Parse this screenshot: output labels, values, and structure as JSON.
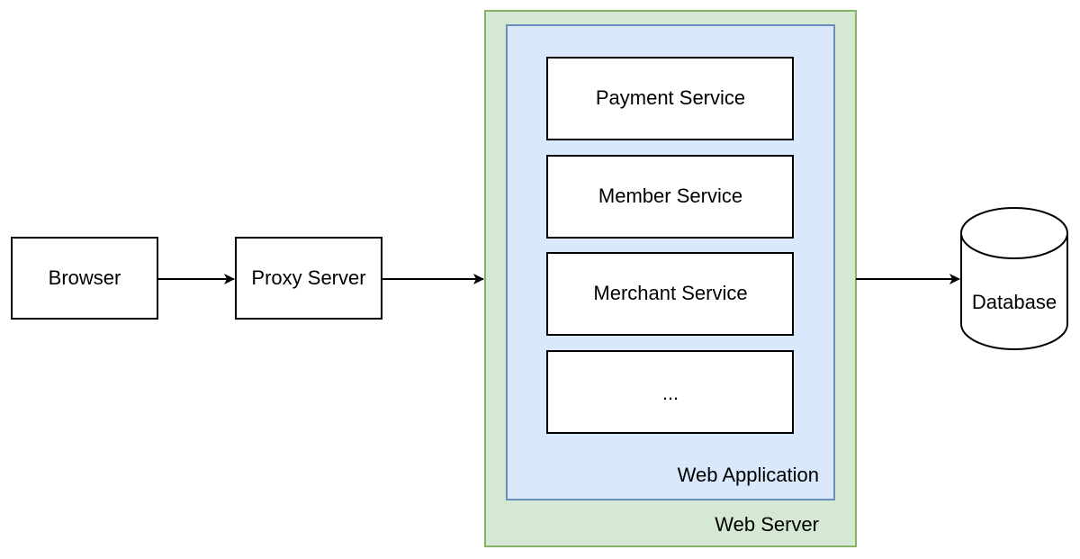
{
  "nodes": {
    "browser": "Browser",
    "proxy_server": "Proxy Server",
    "web_server": "Web Server",
    "web_application": "Web Application",
    "services": [
      "Payment Service",
      "Member Service",
      "Merchant Service",
      "..."
    ],
    "database": "Database"
  },
  "colors": {
    "web_server_fill": "#d5e8d4",
    "web_server_stroke": "#82b366",
    "web_application_fill": "#dae8fc",
    "web_application_stroke": "#6c8ebf",
    "box_fill": "#ffffff",
    "stroke": "#000000"
  }
}
